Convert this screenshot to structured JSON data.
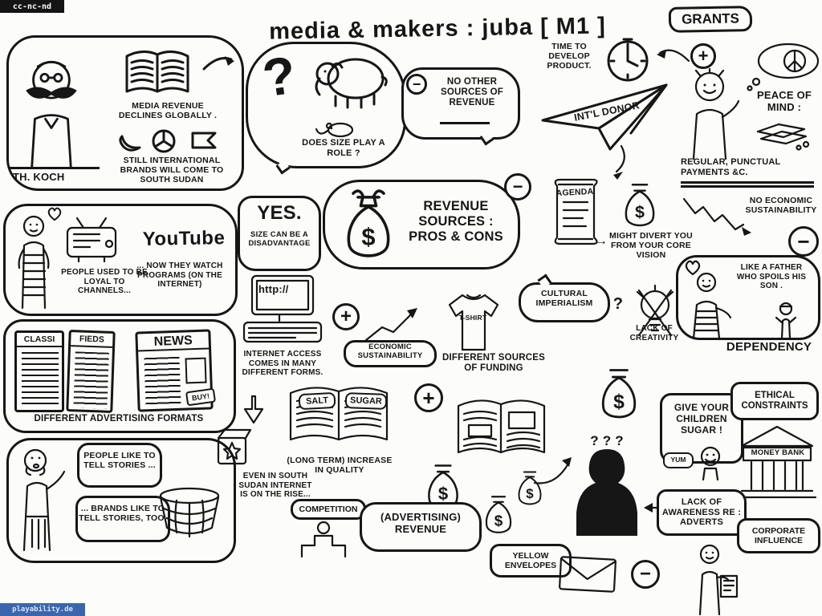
{
  "badges": {
    "license": "cc-nc-nd",
    "watermark": "playability.de"
  },
  "header": {
    "title": "media & makers : juba [ M1 ]",
    "grants": "GRANTS"
  },
  "signs": {
    "plus": "+",
    "minus": "−",
    "dollar": "$",
    "big_question": "?",
    "triple_question": "? ? ?",
    "arrow_right": "→"
  },
  "koch": {
    "name": "TH. KOCH",
    "decline": "MEDIA REVENUE DECLINES GLOBALLY .",
    "brands": "STILL INTERNATIONAL BRANDS WILL COME TO SOUTH SUDAN"
  },
  "size": {
    "question": "DOES SIZE PLAY A ROLE ?",
    "yes": "YES.",
    "disadvantage": "SIZE CAN BE A DISADVANTAGE"
  },
  "no_other_sources": "NO OTHER SOURCES OF REVENUE",
  "revenue": "REVENUE SOURCES : PROS & CONS",
  "donor": {
    "time": "TIME TO DEVELOP PRODUCT.",
    "intl": "INT'L DONOR",
    "peace": "PEACE OF MIND :",
    "payments": "REGULAR, PUNCTUAL PAYMENTS &C.",
    "no_sustain": "NO ECONOMIC SUSTAINABILITY",
    "agenda": "AGENDA",
    "divert": "MIGHT DIVERT YOU FROM YOUR CORE VISION",
    "cultural": "CULTURAL IMPERIALISM",
    "creativity": "LACK OF CREATIVITY",
    "father": "LIKE A FATHER WHO SPOILS HIS SON .",
    "dependency": "DEPENDENCY"
  },
  "channels": {
    "loyal": "PEOPLE USED TO BE LOYAL TO CHANNELS...",
    "youtube": "YouTube",
    "watch": "... NOW THEY WATCH PROGRAMS (ON THE INTERNET)"
  },
  "internet": {
    "http": "http://",
    "access": "INTERNET ACCESS COMES IN MANY DIFFERENT FORMS.",
    "rise": "EVEN IN SOUTH SUDAN INTERNET IS ON THE RISE..."
  },
  "ads": {
    "classi": "CLASSI",
    "fieds": "FIEDS",
    "news": "NEWS",
    "buy": "BUY!",
    "caption": "DIFFERENT ADVERTISING FORMATS"
  },
  "economic": "ECONOMIC SUSTAINABILITY",
  "tshirt": "T-SHIRT",
  "stories": {
    "people": "PEOPLE LIKE TO TELL STORIES ...",
    "brands": "... BRANDS LIKE TO TELL STORIES, TOO."
  },
  "quality": {
    "salt": "SALT",
    "sugar": "SUGAR",
    "caption": "(LONG TERM) INCREASE IN QUALITY"
  },
  "competition": "COMPETITION",
  "funding": {
    "title": "DIFFERENT SOURCES OF FUNDING",
    "advertising": "(ADVERTISING) REVENUE"
  },
  "envelopes": "YELLOW ENVELOPES",
  "sugar_kids": {
    "give": "GIVE YOUR CHILDREN SUGAR !",
    "yum": "YUM"
  },
  "constraints": {
    "ethical": "ETHICAL CONSTRAINTS",
    "bank": "MONEY BANK",
    "awareness": "LACK OF AWARENESS RE : ADVERTS",
    "corporate": "CORPORATE INFLUENCE"
  }
}
